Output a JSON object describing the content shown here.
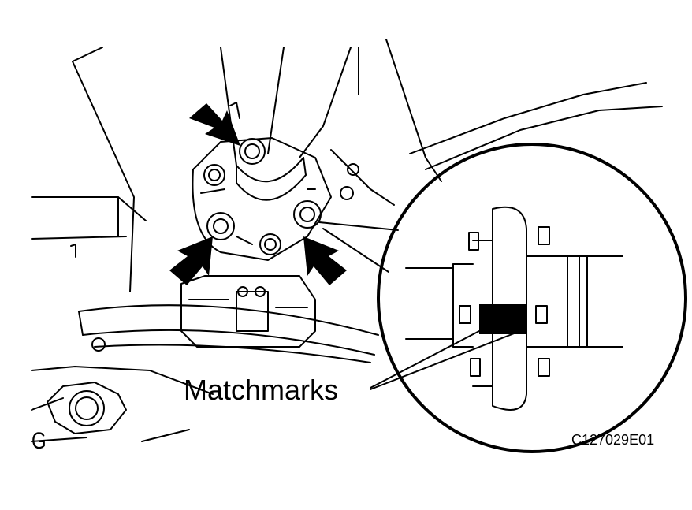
{
  "labels": {
    "matchmarks": "Matchmarks",
    "figure_id": "C127029E01",
    "view_letter": "G"
  },
  "colors": {
    "line": "#000000",
    "background": "#ffffff"
  },
  "icons": {
    "pointer": "arrow-icon",
    "fastener": "bolt-icon"
  }
}
